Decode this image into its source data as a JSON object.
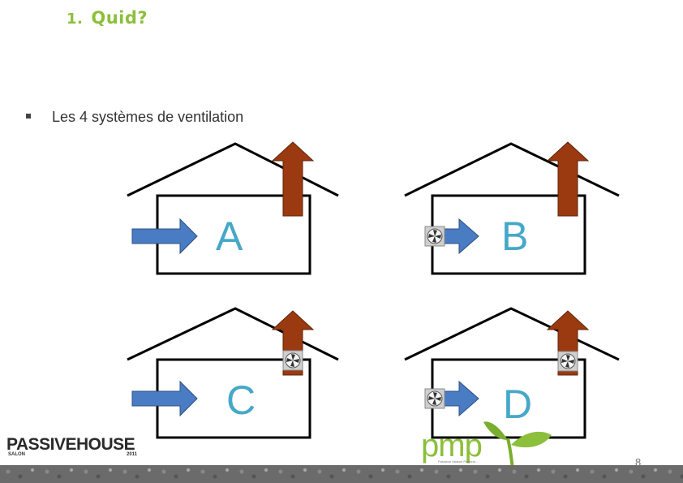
{
  "title": {
    "number": "1.",
    "text": "Quid?"
  },
  "bullet": {
    "text": "Les 4 systèmes de ventilation"
  },
  "systems": [
    {
      "label": "A",
      "supply_fan": false,
      "exhaust_fan": false
    },
    {
      "label": "B",
      "supply_fan": true,
      "exhaust_fan": false
    },
    {
      "label": "C",
      "supply_fan": false,
      "exhaust_fan": true
    },
    {
      "label": "D",
      "supply_fan": true,
      "exhaust_fan": true
    }
  ],
  "colors": {
    "title": "#8cbf3b",
    "supply_arrow": "#4a7cc4",
    "exhaust_arrow": "#9b3a10",
    "letter": "#46a8c8"
  },
  "icons": [
    "fan-icon",
    "supply-arrow-icon",
    "exhaust-arrow-icon",
    "house-icon"
  ],
  "footer": {
    "logo_left": "PASSIVEHOUSE",
    "logo_left_salon": "SALON",
    "logo_left_year": "2011",
    "logo_right": "pmp",
    "logo_right_sub": "Passieve Maison Planteur...",
    "page_number": "8"
  }
}
